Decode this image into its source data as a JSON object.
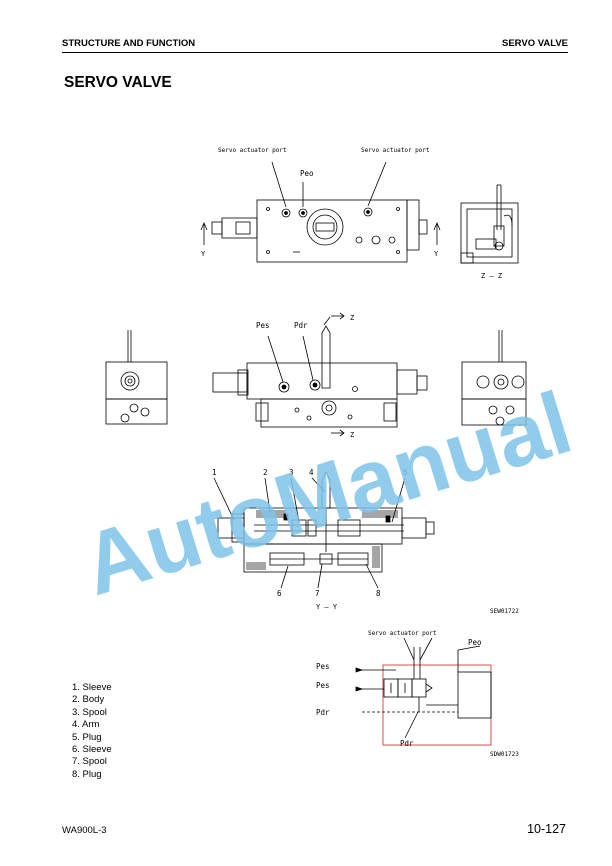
{
  "header": {
    "left": "STRUCTURE AND FUNCTION",
    "right": "SERVO VALVE"
  },
  "title": "SERVO VALVE",
  "labels": {
    "servo_port": "Servo actuator port",
    "peo": "Peo",
    "pes": "Pes",
    "pdr": "Pdr",
    "y": "Y",
    "z": "Z",
    "zz": "Z – Z",
    "yy": "Y – Y",
    "fig1": "SEW01722",
    "fig2": "SDW01723",
    "n1": "1",
    "n2": "2",
    "n3": "3",
    "n4": "4",
    "n5": "5",
    "n6": "6",
    "n7": "7",
    "n8": "8"
  },
  "parts": [
    "1. Sleeve",
    "2. Body",
    "3. Spool",
    "4. Arm",
    "5. Plug",
    "6. Sleeve",
    "7. Spool",
    "8. Plug"
  ],
  "watermark": "AutoManual",
  "footer": {
    "model": "WA900L-3",
    "page": "10-127"
  },
  "colors": {
    "watermark": "#7fc4ea",
    "schematic_red": "#d62424"
  }
}
